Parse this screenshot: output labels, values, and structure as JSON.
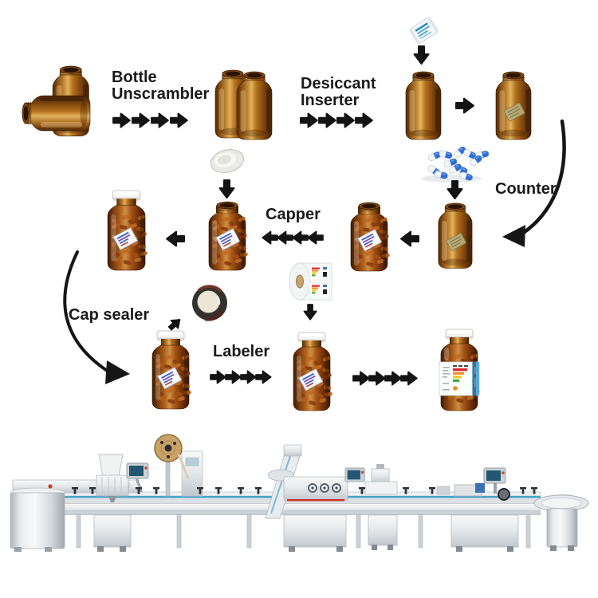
{
  "process": {
    "stages": [
      {
        "id": "bottle-unscrambler",
        "label_line1": "Bottle",
        "label_line2": "Unscrambler",
        "icon": "amber-bottle-icon"
      },
      {
        "id": "desiccant-inserter",
        "label_line1": "Desiccant",
        "label_line2": "Inserter",
        "icon": "desiccant-packet-icon"
      },
      {
        "id": "counter",
        "label_line1": "Counter",
        "label_line2": "",
        "icon": "capsules-pile-icon"
      },
      {
        "id": "capper",
        "label_line1": "Capper",
        "label_line2": "",
        "icon": "white-cap-icon"
      },
      {
        "id": "cap-sealer",
        "label_line1": "Cap sealer",
        "label_line2": "",
        "icon": "foil-seal-icon"
      },
      {
        "id": "labeler",
        "label_line1": "Labeler",
        "label_line2": "",
        "icon": "label-roll-icon"
      }
    ],
    "icons": {
      "flow-arrow-icon": "chunky black arrow",
      "curved-arrow-icon": "curved black connector with arrowhead",
      "amber-bottle-icon": "amber glass packer bottle",
      "desiccant-packet-icon": "white sachet with blue print",
      "capsules-pile-icon": "blue and white capsules",
      "white-cap-icon": "white screw cap",
      "foil-seal-icon": "induction foil seal on bottle mouth",
      "label-roll-icon": "roll of printed color labels",
      "production-line-icon": "bottle packaging machinery line"
    },
    "colors": {
      "background": "#ffffff",
      "text": "#1a1a1a",
      "arrow": "#141414",
      "amber_dark": "#4f2a06",
      "amber_mid": "#b5741f",
      "amber_highlight": "#e2b25e",
      "cap_white": "#f5f5f3",
      "capsule_blue": "#2e6fd6",
      "conveyor_blue": "#4aa3cb",
      "machine_light": "#f2f3f4",
      "machine_mid": "#d7dbdf",
      "label_red": "#d7282a",
      "label_orange": "#ef8d20",
      "label_yellow": "#f2c71d",
      "label_green": "#46a63e",
      "label_band_blue": "#58a8d8",
      "roll_core_tan": "#c7a272"
    }
  }
}
